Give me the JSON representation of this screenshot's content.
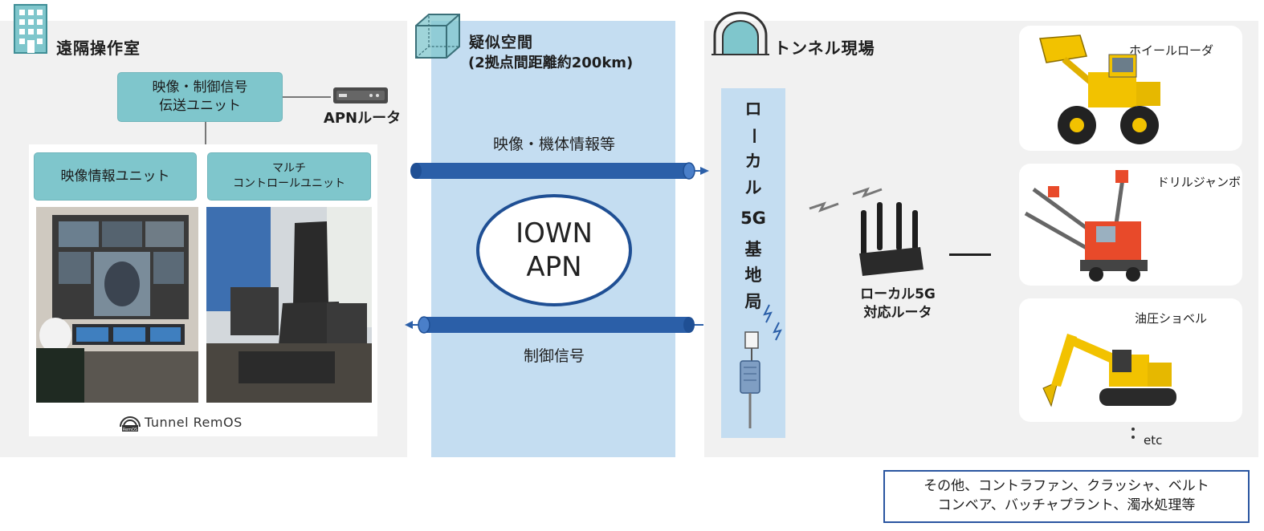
{
  "remote_room": {
    "title": "遠隔操作室",
    "transmission_unit": [
      "映像・制御信号",
      "伝送ユニット"
    ],
    "apn_router": "APNルータ",
    "video_unit": "映像情報ユニット",
    "multi_control_unit": [
      "マルチ",
      "コントロールユニット"
    ],
    "logo_text": "Tunnel RemOS",
    "logo_badge": "RemOS"
  },
  "virtual_space": {
    "title": "疑似空間",
    "subtitle": "(2拠点間距離約200km)",
    "upstream_label": "映像・機体情報等",
    "network": [
      "IOWN",
      "APN"
    ],
    "downstream_label": "制御信号"
  },
  "tunnel_site": {
    "title": "トンネル現場",
    "base_station": [
      "ロ",
      "ー",
      "カ",
      "ル",
      "5G",
      "基",
      "地",
      "局"
    ],
    "router_label": [
      "ローカル5G",
      "対応ルータ"
    ],
    "machines": [
      "ホイールローダ",
      "ドリルジャンボ",
      "油圧ショベル"
    ],
    "etc": "etc",
    "others_note": [
      "その他、コントラファン、クラッシャ、ベルト",
      "コンベア、バッチャプラント、濁水処理等"
    ]
  },
  "colors": {
    "panel_gray": "#f1f1f1",
    "virtual_blue": "#c4ddf1",
    "teal": "#7fc6cc",
    "pipe_blue": "#2b5fa8",
    "note_border": "#2a55a0"
  },
  "icons": [
    "building-icon",
    "router-device-icon",
    "cube-icon",
    "tunnel-icon",
    "signal-icon",
    "antenna-icon",
    "router-antenna-icon",
    "logo-icon"
  ]
}
